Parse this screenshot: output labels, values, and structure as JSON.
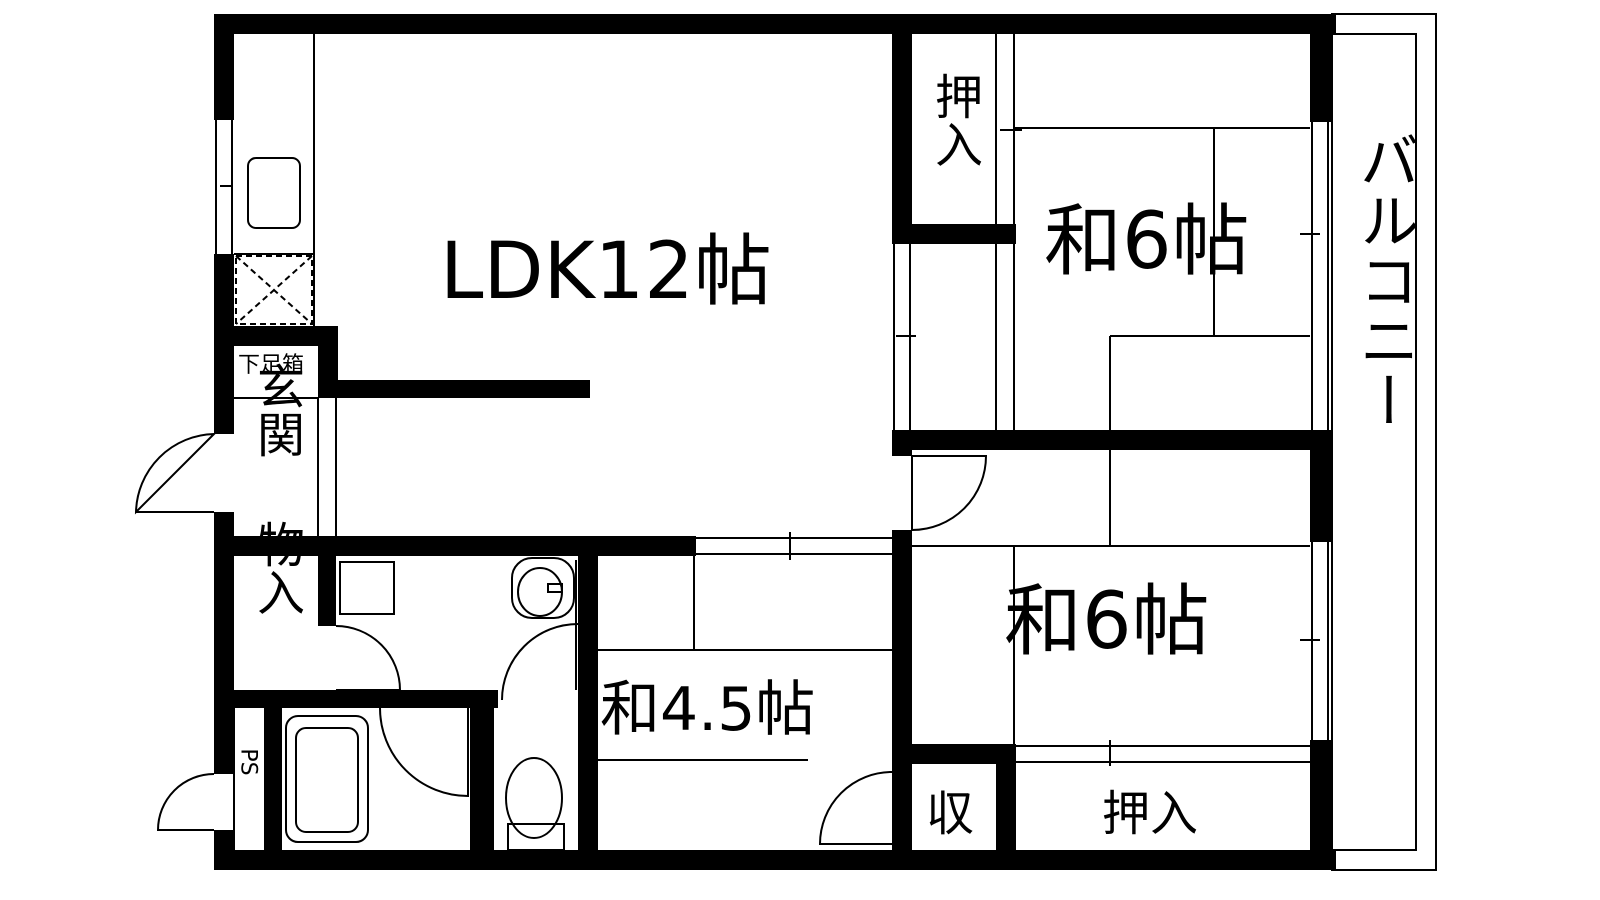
{
  "floor_plan": {
    "rooms": {
      "ldk": "LDK12帖",
      "washitsu_north": "和6帖",
      "washitsu_south": "和6帖",
      "washitsu_small": "和4.5帖",
      "oshiire_top": "押入",
      "oshiire_bottom": "押入",
      "shuno": "収",
      "genkan": "玄関",
      "monoire": "物入",
      "getabako": "下足箱",
      "ps": "PS",
      "balcony": "バルコニー"
    },
    "colors": {
      "wall": "#000000",
      "line": "#000000",
      "background": "#ffffff"
    }
  }
}
